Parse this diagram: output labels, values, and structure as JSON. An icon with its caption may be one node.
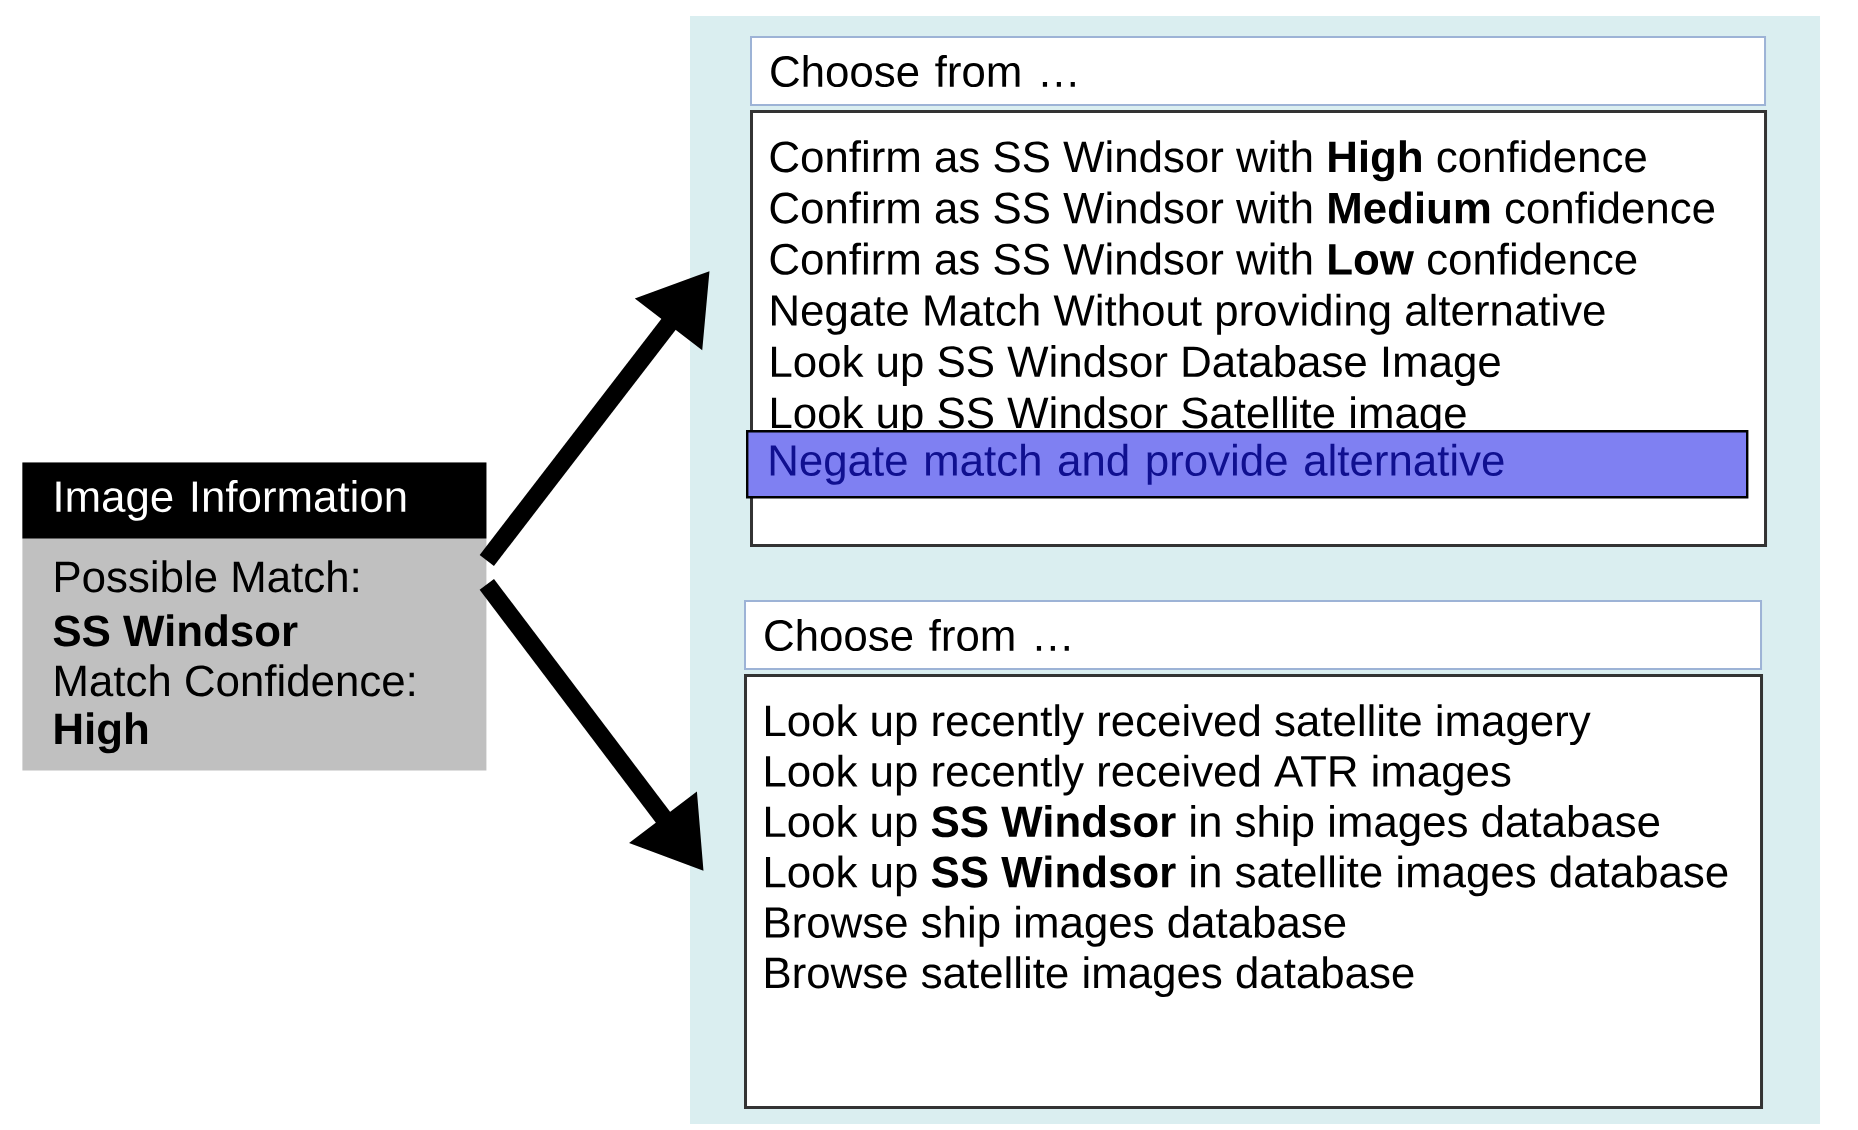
{
  "diagram": {
    "nodes": [
      {
        "text": [
          "Image Information",
          "Possible Match:",
          "SS Windsor",
          "Match Confidence:",
          "High"
        ]
      },
      {
        "text": [
          "Choose from …",
          "Confirm as SS Windsor with **High** confidence",
          "Confirm as SS Windsor with **Medium** confidence",
          "Confirm as SS Windsor with **Low** confidence",
          "Negate Match Without providing alternative",
          "Look up SS Windsor Database Image",
          "Look up SS Windsor Satellite image"
        ]
      },
      {
        "text": [
          "Negate match and provide alternative"
        ],
        "in": 1
      },
      {
        "text": [
          "Choose from …",
          "Look up recently received satellite imagery",
          "Look up recently received ATR images",
          "Look up **SS Windsor** in ship images database",
          "Look up **SS Windsor** in satellite images database",
          "Browse ship images database",
          "Browse satellite images database"
        ]
      }
    ],
    "edges": [
      {
        "from": 0,
        "to": 1,
        "arrow": "to"
      },
      {
        "from": 0,
        "to": 3,
        "arrow": "to"
      }
    ]
  }
}
